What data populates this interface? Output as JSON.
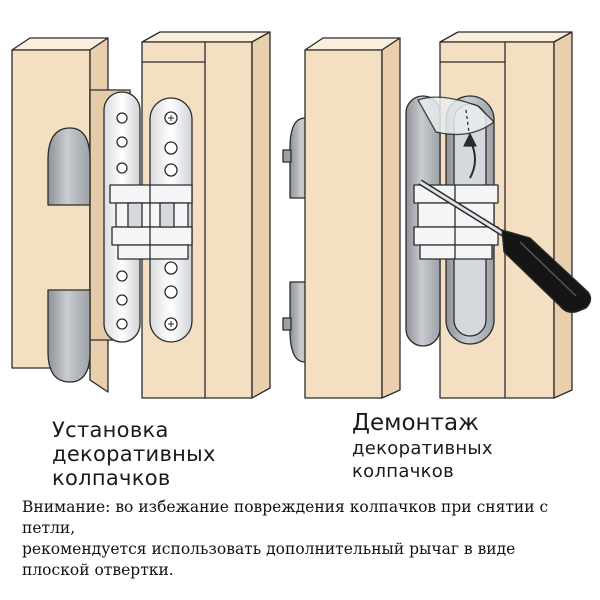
{
  "captions": {
    "install": [
      "Установка",
      "декоративных",
      "колпачков"
    ],
    "removal": [
      "Демонтаж",
      "декоративных",
      "колпачков"
    ]
  },
  "note": [
    "Внимание: во избежание повреждения колпачков при снятии с петли,",
    "рекомендуется использовать дополнительный рычаг в виде",
    "плоской отвертки."
  ],
  "colors": {
    "wood": "#f5dfc3",
    "outline": "#2b2b2b",
    "cap": "#b9bcc1",
    "metal": "#f2f3f5"
  }
}
